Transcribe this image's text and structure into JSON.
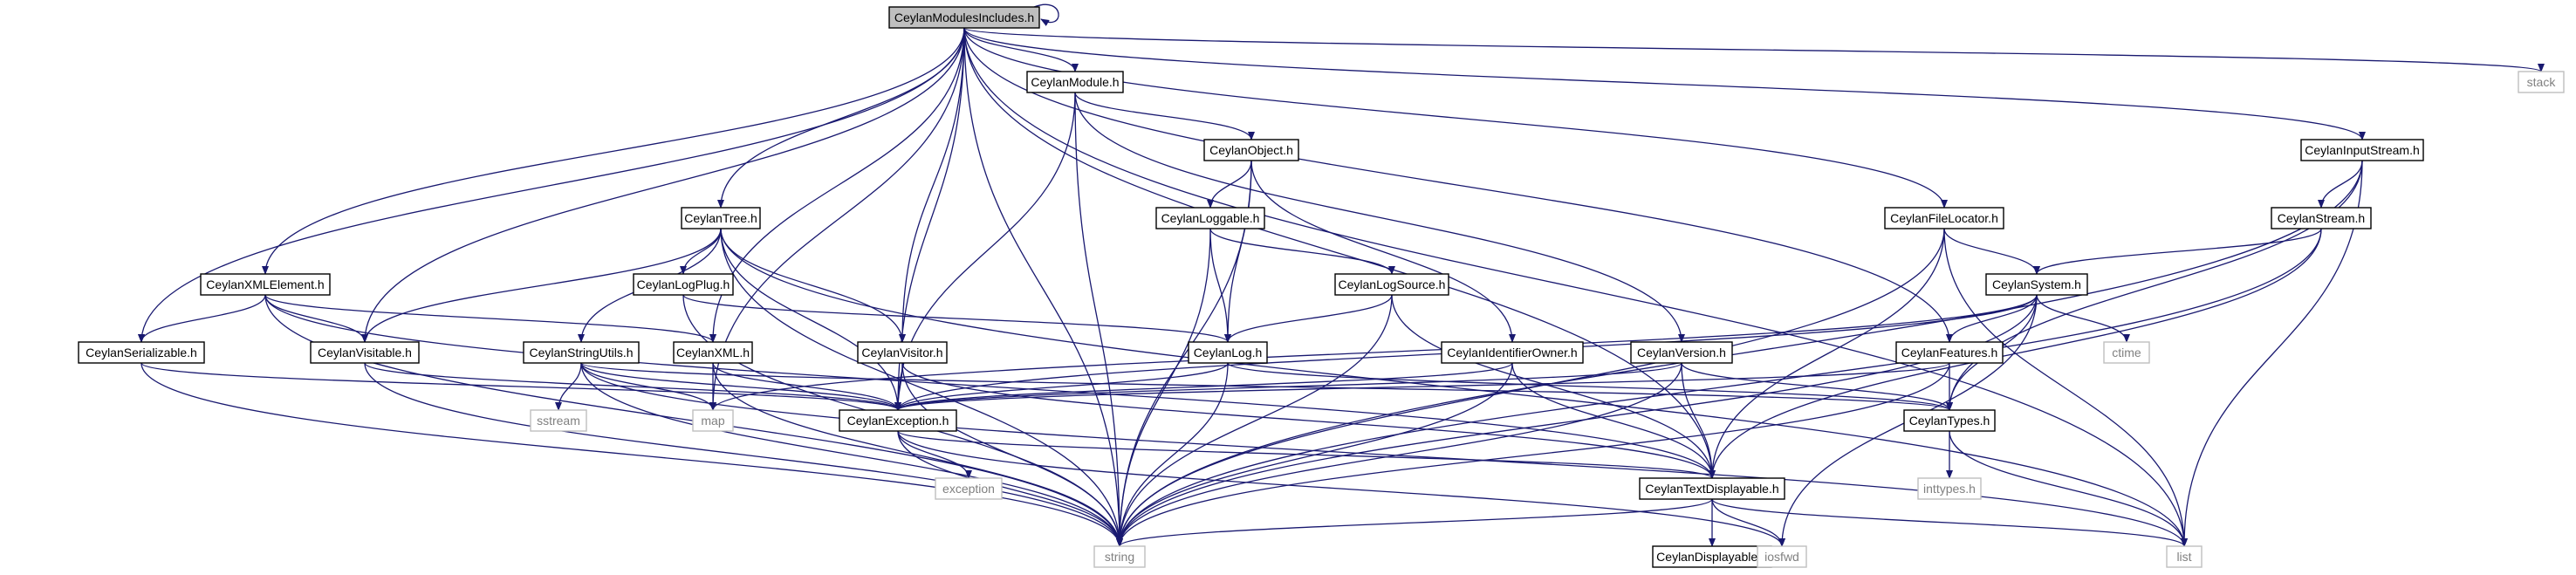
{
  "diagram": {
    "type": "include-dependency-graph",
    "colors": {
      "edge": "#191970",
      "node_border": "#000000",
      "focus_fill": "#bfbfbf",
      "external_border": "#bfbfbf",
      "external_text": "#808080"
    },
    "nodes": [
      {
        "id": "modules",
        "label": "CeylanModulesIncludes.h",
        "kind": "focus"
      },
      {
        "id": "stack",
        "label": "stack",
        "kind": "external"
      },
      {
        "id": "module",
        "label": "CeylanModule.h",
        "kind": "header"
      },
      {
        "id": "object",
        "label": "CeylanObject.h",
        "kind": "header"
      },
      {
        "id": "inputstream",
        "label": "CeylanInputStream.h",
        "kind": "header"
      },
      {
        "id": "loggable",
        "label": "CeylanLoggable.h",
        "kind": "header"
      },
      {
        "id": "tree",
        "label": "CeylanTree.h",
        "kind": "header"
      },
      {
        "id": "filelocator",
        "label": "CeylanFileLocator.h",
        "kind": "header"
      },
      {
        "id": "stream",
        "label": "CeylanStream.h",
        "kind": "header"
      },
      {
        "id": "logplug",
        "label": "CeylanLogPlug.h",
        "kind": "header"
      },
      {
        "id": "logsource",
        "label": "CeylanLogSource.h",
        "kind": "header"
      },
      {
        "id": "xmlelement",
        "label": "CeylanXMLElement.h",
        "kind": "header"
      },
      {
        "id": "system",
        "label": "CeylanSystem.h",
        "kind": "header"
      },
      {
        "id": "serializable",
        "label": "CeylanSerializable.h",
        "kind": "header"
      },
      {
        "id": "visitable",
        "label": "CeylanVisitable.h",
        "kind": "header"
      },
      {
        "id": "stringutils",
        "label": "CeylanStringUtils.h",
        "kind": "header"
      },
      {
        "id": "xml",
        "label": "CeylanXML.h",
        "kind": "header"
      },
      {
        "id": "visitor",
        "label": "CeylanVisitor.h",
        "kind": "header"
      },
      {
        "id": "log",
        "label": "CeylanLog.h",
        "kind": "header"
      },
      {
        "id": "identifierowner",
        "label": "CeylanIdentifierOwner.h",
        "kind": "header"
      },
      {
        "id": "version",
        "label": "CeylanVersion.h",
        "kind": "header"
      },
      {
        "id": "features",
        "label": "CeylanFeatures.h",
        "kind": "header"
      },
      {
        "id": "ctime",
        "label": "ctime",
        "kind": "external"
      },
      {
        "id": "sstream",
        "label": "sstream",
        "kind": "external"
      },
      {
        "id": "map",
        "label": "map",
        "kind": "external"
      },
      {
        "id": "exception_h",
        "label": "CeylanException.h",
        "kind": "header"
      },
      {
        "id": "types",
        "label": "CeylanTypes.h",
        "kind": "header"
      },
      {
        "id": "exception",
        "label": "exception",
        "kind": "external"
      },
      {
        "id": "inttypes",
        "label": "inttypes.h",
        "kind": "external"
      },
      {
        "id": "textdisplayable",
        "label": "CeylanTextDisplayable.h",
        "kind": "header"
      },
      {
        "id": "displayable",
        "label": "CeylanDisplayable.h",
        "kind": "header"
      },
      {
        "id": "iosfwd",
        "label": "iosfwd",
        "kind": "external"
      },
      {
        "id": "string",
        "label": "string",
        "kind": "external"
      },
      {
        "id": "list",
        "label": "list",
        "kind": "external"
      }
    ],
    "edges": [
      [
        "modules",
        "modules"
      ],
      [
        "modules",
        "stack"
      ],
      [
        "modules",
        "module"
      ],
      [
        "modules",
        "inputstream"
      ],
      [
        "modules",
        "tree"
      ],
      [
        "modules",
        "filelocator"
      ],
      [
        "modules",
        "xmlelement"
      ],
      [
        "modules",
        "serializable"
      ],
      [
        "modules",
        "visitable"
      ],
      [
        "modules",
        "xml"
      ],
      [
        "modules",
        "visitor"
      ],
      [
        "modules",
        "exception_h"
      ],
      [
        "modules",
        "features"
      ],
      [
        "modules",
        "textdisplayable"
      ],
      [
        "modules",
        "map"
      ],
      [
        "modules",
        "string"
      ],
      [
        "modules",
        "list"
      ],
      [
        "module",
        "object"
      ],
      [
        "module",
        "version"
      ],
      [
        "module",
        "exception_h"
      ],
      [
        "module",
        "string"
      ],
      [
        "object",
        "loggable"
      ],
      [
        "object",
        "log"
      ],
      [
        "object",
        "identifierowner"
      ],
      [
        "object",
        "string"
      ],
      [
        "loggable",
        "log"
      ],
      [
        "loggable",
        "logsource"
      ],
      [
        "loggable",
        "string"
      ],
      [
        "logsource",
        "log"
      ],
      [
        "logsource",
        "textdisplayable"
      ],
      [
        "logsource",
        "string"
      ],
      [
        "log",
        "exception_h"
      ],
      [
        "log",
        "types"
      ],
      [
        "log",
        "string"
      ],
      [
        "identifierowner",
        "exception_h"
      ],
      [
        "identifierowner",
        "textdisplayable"
      ],
      [
        "identifierowner",
        "string"
      ],
      [
        "version",
        "exception_h"
      ],
      [
        "version",
        "types"
      ],
      [
        "version",
        "textdisplayable"
      ],
      [
        "version",
        "string"
      ],
      [
        "tree",
        "logplug"
      ],
      [
        "tree",
        "stringutils"
      ],
      [
        "tree",
        "visitor"
      ],
      [
        "tree",
        "visitable"
      ],
      [
        "tree",
        "exception_h"
      ],
      [
        "tree",
        "string"
      ],
      [
        "tree",
        "list"
      ],
      [
        "logplug",
        "log"
      ],
      [
        "logplug",
        "string"
      ],
      [
        "xmlelement",
        "serializable"
      ],
      [
        "xmlelement",
        "visitable"
      ],
      [
        "xmlelement",
        "xml"
      ],
      [
        "xmlelement",
        "textdisplayable"
      ],
      [
        "xmlelement",
        "string"
      ],
      [
        "serializable",
        "exception_h"
      ],
      [
        "serializable",
        "string"
      ],
      [
        "visitable",
        "exception_h"
      ],
      [
        "visitable",
        "string"
      ],
      [
        "stringutils",
        "sstream"
      ],
      [
        "stringutils",
        "map"
      ],
      [
        "stringutils",
        "exception_h"
      ],
      [
        "stringutils",
        "types"
      ],
      [
        "stringutils",
        "string"
      ],
      [
        "stringutils",
        "list"
      ],
      [
        "xml",
        "map"
      ],
      [
        "xml",
        "exception_h"
      ],
      [
        "xml",
        "string"
      ],
      [
        "visitor",
        "exception_h"
      ],
      [
        "visitor",
        "textdisplayable"
      ],
      [
        "visitor",
        "string"
      ],
      [
        "exception_h",
        "exception"
      ],
      [
        "exception_h",
        "textdisplayable"
      ],
      [
        "exception_h",
        "string"
      ],
      [
        "exception_h",
        "iosfwd"
      ],
      [
        "textdisplayable",
        "displayable"
      ],
      [
        "textdisplayable",
        "iosfwd"
      ],
      [
        "textdisplayable",
        "string"
      ],
      [
        "textdisplayable",
        "list"
      ],
      [
        "types",
        "inttypes"
      ],
      [
        "types",
        "list"
      ],
      [
        "inputstream",
        "stream"
      ],
      [
        "inputstream",
        "types"
      ],
      [
        "inputstream",
        "string"
      ],
      [
        "inputstream",
        "list"
      ],
      [
        "stream",
        "system"
      ],
      [
        "stream",
        "textdisplayable"
      ],
      [
        "stream",
        "string"
      ],
      [
        "filelocator",
        "system"
      ],
      [
        "filelocator",
        "textdisplayable"
      ],
      [
        "filelocator",
        "string"
      ],
      [
        "filelocator",
        "list"
      ],
      [
        "system",
        "features"
      ],
      [
        "system",
        "ctime"
      ],
      [
        "system",
        "types"
      ],
      [
        "system",
        "exception_h"
      ],
      [
        "system",
        "map"
      ],
      [
        "system",
        "string"
      ],
      [
        "system",
        "iosfwd"
      ],
      [
        "features",
        "exception_h"
      ],
      [
        "features",
        "types"
      ],
      [
        "features",
        "string"
      ]
    ]
  }
}
